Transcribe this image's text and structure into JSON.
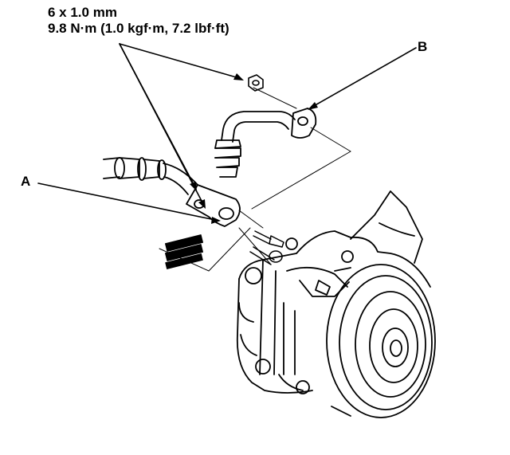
{
  "spec": {
    "size": "6 x 1.0 mm",
    "torque": "9.8 N·m (1.0 kgf·m, 7.2 lbf·ft)"
  },
  "callouts": {
    "a": "A",
    "b": "B"
  },
  "parts": {
    "a": "suction-hose",
    "b": "discharge-hose",
    "fasteners": "bolt-nut"
  },
  "colors": {
    "line": "#000000",
    "background": "#ffffff"
  }
}
